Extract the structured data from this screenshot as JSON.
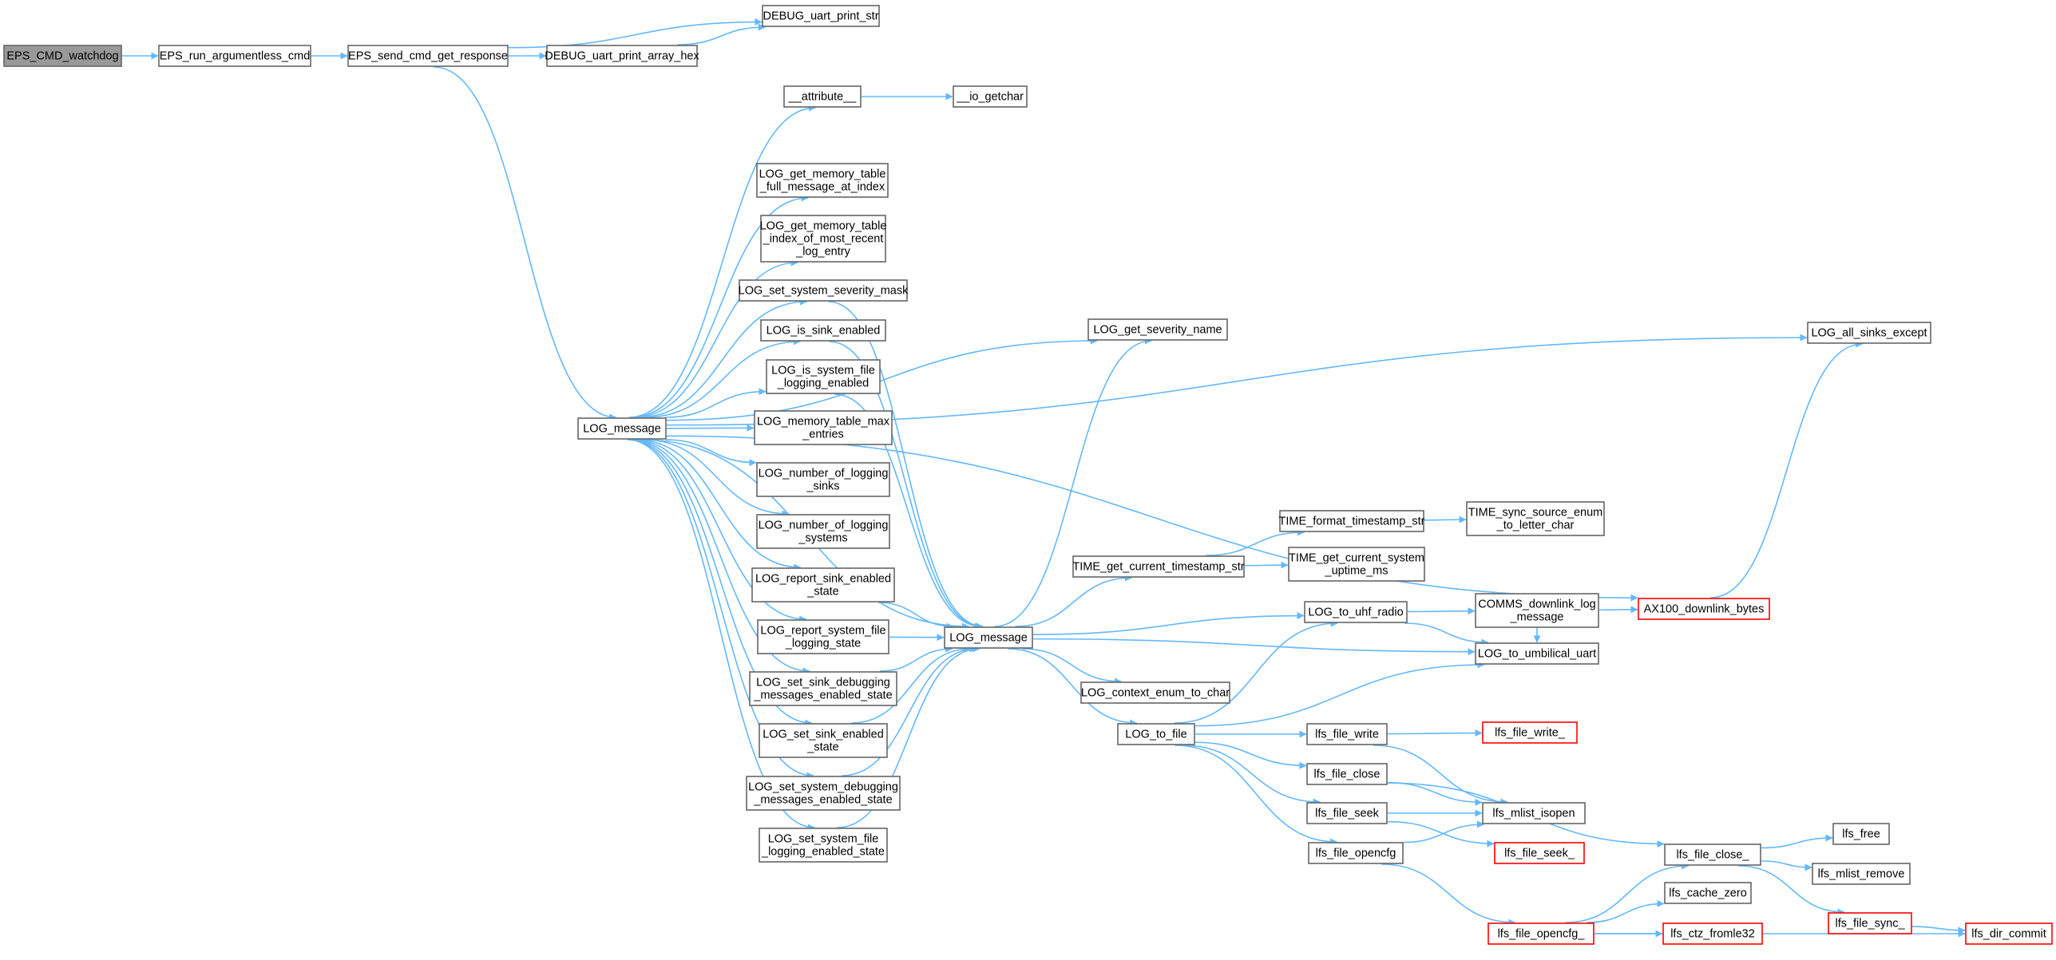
{
  "style": {
    "edge_color": "#63b8ff",
    "node_border": "#666666",
    "node_fill": "#ffffff",
    "root_fill": "#999999",
    "truncated_border": "#ff0000"
  },
  "nodes": [
    {
      "id": "eps_cmd_watchdog",
      "lines": [
        "EPS_CMD_watchdog"
      ],
      "kind": "root"
    },
    {
      "id": "eps_run_argumentless_cmd",
      "lines": [
        "EPS_run_argumentless_cmd"
      ],
      "kind": "normal"
    },
    {
      "id": "eps_send_cmd_get_response",
      "lines": [
        "EPS_send_cmd_get_response"
      ],
      "kind": "normal"
    },
    {
      "id": "debug_uart_print_str",
      "lines": [
        "DEBUG_uart_print_str"
      ],
      "kind": "normal"
    },
    {
      "id": "debug_uart_print_array_hex",
      "lines": [
        "DEBUG_uart_print_array_hex"
      ],
      "kind": "normal"
    },
    {
      "id": "attribute",
      "lines": [
        "__attribute__"
      ],
      "kind": "normal"
    },
    {
      "id": "io_getchar",
      "lines": [
        "__io_getchar"
      ],
      "kind": "normal"
    },
    {
      "id": "log_get_memory_table_full_message_at_index",
      "lines": [
        "LOG_get_memory_table",
        "_full_message_at_index"
      ],
      "kind": "normal"
    },
    {
      "id": "log_get_memory_table_index_of_most_recent_log_entry",
      "lines": [
        "LOG_get_memory_table",
        "_index_of_most_recent",
        "_log_entry"
      ],
      "kind": "normal"
    },
    {
      "id": "log_set_system_severity_mask",
      "lines": [
        "LOG_set_system_severity_mask"
      ],
      "kind": "normal"
    },
    {
      "id": "log_is_sink_enabled",
      "lines": [
        "LOG_is_sink_enabled"
      ],
      "kind": "normal"
    },
    {
      "id": "log_is_system_file_logging_enabled",
      "lines": [
        "LOG_is_system_file",
        "_logging_enabled"
      ],
      "kind": "normal"
    },
    {
      "id": "log_memory_table_max_entries",
      "lines": [
        "LOG_memory_table_max",
        "_entries"
      ],
      "kind": "normal"
    },
    {
      "id": "log_number_of_logging_sinks",
      "lines": [
        "LOG_number_of_logging",
        "_sinks"
      ],
      "kind": "normal"
    },
    {
      "id": "log_number_of_logging_systems",
      "lines": [
        "LOG_number_of_logging",
        "_systems"
      ],
      "kind": "normal"
    },
    {
      "id": "log_report_sink_enabled_state",
      "lines": [
        "LOG_report_sink_enabled",
        "_state"
      ],
      "kind": "normal"
    },
    {
      "id": "log_report_system_file_logging_state",
      "lines": [
        "LOG_report_system_file",
        "_logging_state"
      ],
      "kind": "normal"
    },
    {
      "id": "log_set_sink_debugging_messages_enabled_state",
      "lines": [
        "LOG_set_sink_debugging",
        "_messages_enabled_state"
      ],
      "kind": "normal"
    },
    {
      "id": "log_set_sink_enabled_state",
      "lines": [
        "LOG_set_sink_enabled",
        "_state"
      ],
      "kind": "normal"
    },
    {
      "id": "log_set_system_debugging_messages_enabled_state",
      "lines": [
        "LOG_set_system_debugging",
        "_messages_enabled_state"
      ],
      "kind": "normal"
    },
    {
      "id": "log_set_system_file_logging_enabled_state",
      "lines": [
        "LOG_set_system_file",
        "_logging_enabled_state"
      ],
      "kind": "normal"
    },
    {
      "id": "log_message_a",
      "lines": [
        "LOG_message"
      ],
      "kind": "normal"
    },
    {
      "id": "log_message_b",
      "lines": [
        "LOG_message"
      ],
      "kind": "normal"
    },
    {
      "id": "log_get_severity_name",
      "lines": [
        "LOG_get_severity_name"
      ],
      "kind": "normal"
    },
    {
      "id": "time_get_current_timestamp_str",
      "lines": [
        "TIME_get_current_timestamp_str"
      ],
      "kind": "normal"
    },
    {
      "id": "time_format_timestamp_str",
      "lines": [
        "TIME_format_timestamp_str"
      ],
      "kind": "normal"
    },
    {
      "id": "time_sync_source_enum_to_letter_char",
      "lines": [
        "TIME_sync_source_enum",
        "_to_letter_char"
      ],
      "kind": "normal"
    },
    {
      "id": "time_get_current_system_uptime_ms",
      "lines": [
        "TIME_get_current_system",
        "_uptime_ms"
      ],
      "kind": "normal"
    },
    {
      "id": "log_to_uhf_radio",
      "lines": [
        "LOG_to_uhf_radio"
      ],
      "kind": "normal"
    },
    {
      "id": "comms_downlink_log_message",
      "lines": [
        "COMMS_downlink_log",
        "_message"
      ],
      "kind": "normal"
    },
    {
      "id": "ax100_downlink_bytes",
      "lines": [
        "AX100_downlink_bytes"
      ],
      "kind": "truncated"
    },
    {
      "id": "log_to_umbilical_uart",
      "lines": [
        "LOG_to_umbilical_uart"
      ],
      "kind": "normal"
    },
    {
      "id": "log_context_enum_to_char",
      "lines": [
        "LOG_context_enum_to_char"
      ],
      "kind": "normal"
    },
    {
      "id": "log_to_file",
      "lines": [
        "LOG_to_file"
      ],
      "kind": "normal"
    },
    {
      "id": "lfs_file_write",
      "lines": [
        "lfs_file_write"
      ],
      "kind": "normal"
    },
    {
      "id": "lfs_file_write_",
      "lines": [
        "lfs_file_write_"
      ],
      "kind": "truncated"
    },
    {
      "id": "lfs_file_close",
      "lines": [
        "lfs_file_close"
      ],
      "kind": "normal"
    },
    {
      "id": "lfs_file_seek",
      "lines": [
        "lfs_file_seek"
      ],
      "kind": "normal"
    },
    {
      "id": "lfs_file_opencfg",
      "lines": [
        "lfs_file_opencfg"
      ],
      "kind": "normal"
    },
    {
      "id": "lfs_mlist_isopen",
      "lines": [
        "lfs_mlist_isopen"
      ],
      "kind": "normal"
    },
    {
      "id": "lfs_file_seek_",
      "lines": [
        "lfs_file_seek_"
      ],
      "kind": "truncated"
    },
    {
      "id": "lfs_file_close_",
      "lines": [
        "lfs_file_close_"
      ],
      "kind": "normal"
    },
    {
      "id": "lfs_free",
      "lines": [
        "lfs_free"
      ],
      "kind": "normal"
    },
    {
      "id": "lfs_mlist_remove",
      "lines": [
        "lfs_mlist_remove"
      ],
      "kind": "normal"
    },
    {
      "id": "lfs_cache_zero",
      "lines": [
        "lfs_cache_zero"
      ],
      "kind": "normal"
    },
    {
      "id": "lfs_file_sync_",
      "lines": [
        "lfs_file_sync_"
      ],
      "kind": "truncated"
    },
    {
      "id": "lfs_file_opencfg_",
      "lines": [
        "lfs_file_opencfg_"
      ],
      "kind": "truncated"
    },
    {
      "id": "lfs_ctz_fromle32",
      "lines": [
        "lfs_ctz_fromle32"
      ],
      "kind": "truncated"
    },
    {
      "id": "lfs_dir_commit",
      "lines": [
        "lfs_dir_commit"
      ],
      "kind": "truncated"
    },
    {
      "id": "log_all_sinks_except",
      "lines": [
        "LOG_all_sinks_except"
      ],
      "kind": "normal"
    }
  ],
  "edges": [
    [
      "eps_cmd_watchdog",
      "eps_run_argumentless_cmd"
    ],
    [
      "eps_run_argumentless_cmd",
      "eps_send_cmd_get_response"
    ],
    [
      "eps_send_cmd_get_response",
      "debug_uart_print_str"
    ],
    [
      "eps_send_cmd_get_response",
      "debug_uart_print_array_hex"
    ],
    [
      "debug_uart_print_array_hex",
      "debug_uart_print_str"
    ],
    [
      "eps_send_cmd_get_response",
      "log_message_a"
    ],
    [
      "log_message_a",
      "attribute"
    ],
    [
      "attribute",
      "io_getchar"
    ],
    [
      "log_message_a",
      "log_get_memory_table_full_message_at_index"
    ],
    [
      "log_message_a",
      "log_get_memory_table_index_of_most_recent_log_entry"
    ],
    [
      "log_message_a",
      "log_set_system_severity_mask"
    ],
    [
      "log_message_a",
      "log_is_sink_enabled"
    ],
    [
      "log_message_a",
      "log_is_system_file_logging_enabled"
    ],
    [
      "log_message_a",
      "log_memory_table_max_entries"
    ],
    [
      "log_message_a",
      "log_number_of_logging_sinks"
    ],
    [
      "log_message_a",
      "log_number_of_logging_systems"
    ],
    [
      "log_message_a",
      "log_report_sink_enabled_state"
    ],
    [
      "log_message_a",
      "log_report_system_file_logging_state"
    ],
    [
      "log_message_a",
      "log_set_sink_debugging_messages_enabled_state"
    ],
    [
      "log_message_a",
      "log_set_sink_enabled_state"
    ],
    [
      "log_message_a",
      "log_set_system_debugging_messages_enabled_state"
    ],
    [
      "log_message_a",
      "log_set_system_file_logging_enabled_state"
    ],
    [
      "log_message_a",
      "log_get_severity_name"
    ],
    [
      "log_message_a",
      "log_all_sinks_except"
    ],
    [
      "log_message_a",
      "log_message_b"
    ],
    [
      "log_set_system_severity_mask",
      "log_message_b"
    ],
    [
      "log_is_sink_enabled",
      "log_message_b"
    ],
    [
      "log_is_system_file_logging_enabled",
      "log_message_b"
    ],
    [
      "log_report_sink_enabled_state",
      "log_message_b"
    ],
    [
      "log_report_system_file_logging_state",
      "log_message_b"
    ],
    [
      "log_set_sink_debugging_messages_enabled_state",
      "log_message_b"
    ],
    [
      "log_set_sink_enabled_state",
      "log_message_b"
    ],
    [
      "log_set_system_debugging_messages_enabled_state",
      "log_message_b"
    ],
    [
      "log_set_system_file_logging_enabled_state",
      "log_message_b"
    ],
    [
      "log_message_b",
      "log_get_severity_name"
    ],
    [
      "log_message_b",
      "time_get_current_timestamp_str"
    ],
    [
      "log_message_b",
      "log_to_uhf_radio"
    ],
    [
      "log_message_b",
      "log_to_umbilical_uart"
    ],
    [
      "log_message_b",
      "log_context_enum_to_char"
    ],
    [
      "log_message_b",
      "log_to_file"
    ],
    [
      "time_get_current_timestamp_str",
      "time_format_timestamp_str"
    ],
    [
      "time_get_current_timestamp_str",
      "time_get_current_system_uptime_ms"
    ],
    [
      "time_format_timestamp_str",
      "time_sync_source_enum_to_letter_char"
    ],
    [
      "log_to_uhf_radio",
      "comms_downlink_log_message"
    ],
    [
      "log_to_uhf_radio",
      "log_to_umbilical_uart"
    ],
    [
      "comms_downlink_log_message",
      "ax100_downlink_bytes"
    ],
    [
      "comms_downlink_log_message",
      "log_to_umbilical_uart"
    ],
    [
      "ax100_downlink_bytes",
      "log_all_sinks_except"
    ],
    [
      "log_to_file",
      "log_to_uhf_radio"
    ],
    [
      "log_to_file",
      "log_to_umbilical_uart"
    ],
    [
      "log_to_file",
      "lfs_file_write"
    ],
    [
      "log_to_file",
      "lfs_file_close"
    ],
    [
      "log_to_file",
      "lfs_file_seek"
    ],
    [
      "log_to_file",
      "lfs_file_opencfg"
    ],
    [
      "lfs_file_write",
      "lfs_file_write_"
    ],
    [
      "lfs_file_write",
      "lfs_mlist_isopen"
    ],
    [
      "lfs_file_close",
      "lfs_mlist_isopen"
    ],
    [
      "lfs_file_close",
      "lfs_file_close_"
    ],
    [
      "lfs_file_seek",
      "lfs_mlist_isopen"
    ],
    [
      "lfs_file_seek",
      "lfs_file_seek_"
    ],
    [
      "lfs_file_opencfg",
      "lfs_mlist_isopen"
    ],
    [
      "lfs_file_opencfg",
      "lfs_file_opencfg_"
    ],
    [
      "lfs_file_close_",
      "lfs_free"
    ],
    [
      "lfs_file_close_",
      "lfs_mlist_remove"
    ],
    [
      "lfs_file_close_",
      "lfs_file_sync_"
    ],
    [
      "lfs_file_opencfg_",
      "lfs_file_close_"
    ],
    [
      "lfs_file_opencfg_",
      "lfs_cache_zero"
    ],
    [
      "lfs_file_opencfg_",
      "lfs_ctz_fromle32"
    ],
    [
      "lfs_file_opencfg_",
      "lfs_dir_commit"
    ],
    [
      "lfs_file_sync_",
      "lfs_dir_commit"
    ],
    [
      "log_message_a",
      "ax100_downlink_bytes"
    ]
  ]
}
